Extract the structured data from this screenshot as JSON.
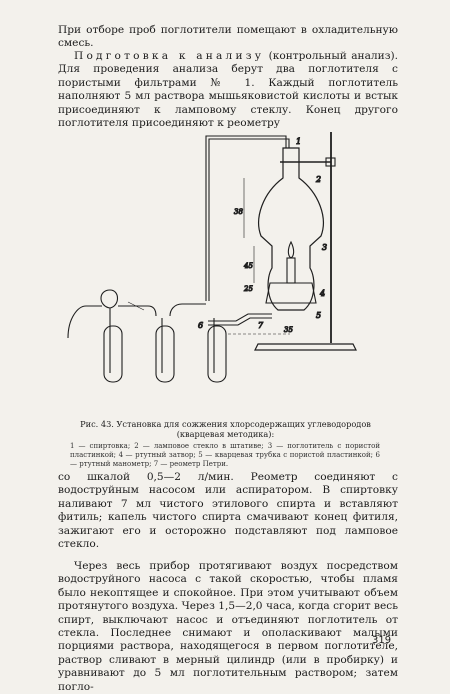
{
  "text": {
    "p1": "При отборе проб поглотители помещают в охладительную смесь.",
    "p2_spaced": "Подготовка к анализу",
    "p2_rest": " (контрольный анализ). Для проведения анализа берут два поглотителя с пористыми фильтрами № 1. Каждый поглотитель наполняют 5 мл раствора мышьяковистой кислоты и встык присоединяют к ламповому стеклу. Конец другого поглотителя присоединяют к реометру",
    "caption": "Рис. 43. Установка для сожжения хлорсодержащих углеводородов (кварцевая методика):",
    "legend": "1 — спиртовка; 2 — ламповое стекло в штативе; 3 — поглотитель с пористой пластинкой; 4 — ртутный затвор; 5 — кварцевая трубка с пористой пластинкой; 6 — ртутный манометр; 7 — реометр Петри.",
    "p3": "со шкалой 0,5—2 л/мин. Реометр соединяют с водоструйным насосом или аспиратором. В спиртовку наливают 7 мл чистого этилового спирта и вставляют фитиль; капель чистого спирта смачивают конец фитиля, зажигают его и осторожно подставляют под ламповое стекло.",
    "p4": "Через весь прибор протягивают воздух посредством водоструйного насоса с такой скоростью, чтобы пламя было некоптящее и спокойное. При этом учитывают объем протянутого воздуха. Через 1,5—2,0 часа, когда сгорит весь спирт, выключают насос и отъединяют поглотитель от стекла. Последнее снимают и ополаскивают малыми порциями раствора, находящегося в первом поглотителе, раствор сливают в мерный цилиндр (или в пробирку) и уравнивают до 5 мл поглотительным раствором; затем погло-",
    "page_number": "319"
  },
  "figure_labels": {
    "n1": "1",
    "n2": "2",
    "n3": "3",
    "n4": "4",
    "n5": "5",
    "n6": "6",
    "n7": "7",
    "d1": "38",
    "d2": "45",
    "d3": "25",
    "d4": "35"
  }
}
